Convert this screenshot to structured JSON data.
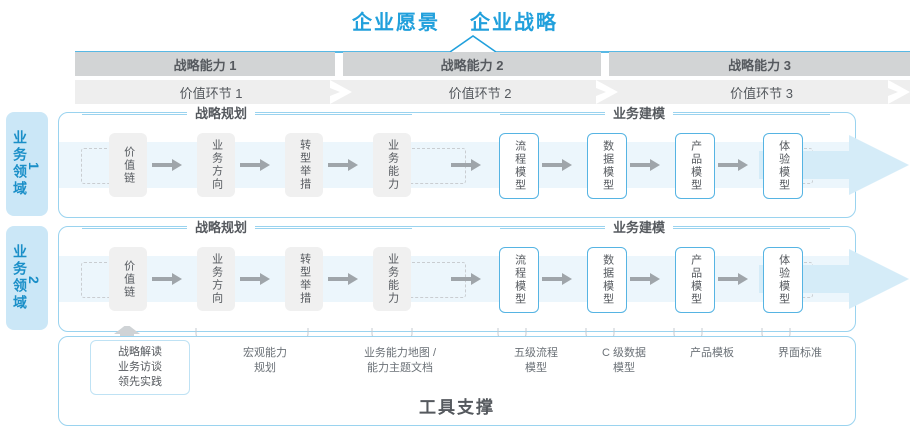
{
  "header": {
    "titles": [
      "企业愿景",
      "企业战略"
    ],
    "accent": "#21a0dc"
  },
  "capabilities": [
    {
      "label": "战略能力 1"
    },
    {
      "label": "战略能力 2"
    },
    {
      "label": "战略能力 3"
    }
  ],
  "value_stages": [
    {
      "label": "价值环节 1"
    },
    {
      "label": "价值环节 2"
    },
    {
      "label": "价值环节 3"
    }
  ],
  "domains": [
    {
      "name": "业务领域",
      "number": "1"
    },
    {
      "name": "业务领域",
      "number": "2"
    }
  ],
  "groups": [
    {
      "label": "战略规划"
    },
    {
      "label": "业务建模"
    }
  ],
  "nodes": [
    {
      "label": "价值链",
      "style": "grey"
    },
    {
      "label": "业务方向",
      "style": "grey"
    },
    {
      "label": "转型举措",
      "style": "grey"
    },
    {
      "label": "业务能力",
      "style": "grey"
    },
    {
      "label": "流程模型",
      "style": "blue"
    },
    {
      "label": "数据模型",
      "style": "blue"
    },
    {
      "label": "产品模型",
      "style": "blue"
    },
    {
      "label": "体验模型",
      "style": "blue"
    }
  ],
  "footer": {
    "title": "工具支撑",
    "notes": [
      {
        "text": "战略解读\n业务访谈\n领先实践",
        "boxed": true
      },
      {
        "text": "宏观能力\n规划",
        "boxed": false
      },
      {
        "text": "业务能力地图 /\n能力主题文档",
        "boxed": false
      },
      {
        "text": "五级流程\n模型",
        "boxed": false
      },
      {
        "text": "C 级数据\n模型",
        "boxed": false
      },
      {
        "text": "产品模板",
        "boxed": false
      },
      {
        "text": "界面标准",
        "boxed": false
      }
    ]
  },
  "colors": {
    "accent_blue": "#21a0dc",
    "node_border_blue": "#56b4e3",
    "band_blue": "#ecf6fc",
    "panel_border": "#9ad3ef",
    "cap_bar": "#d2d4d5",
    "val_bar": "#eeeeee",
    "text": "#55595e"
  }
}
